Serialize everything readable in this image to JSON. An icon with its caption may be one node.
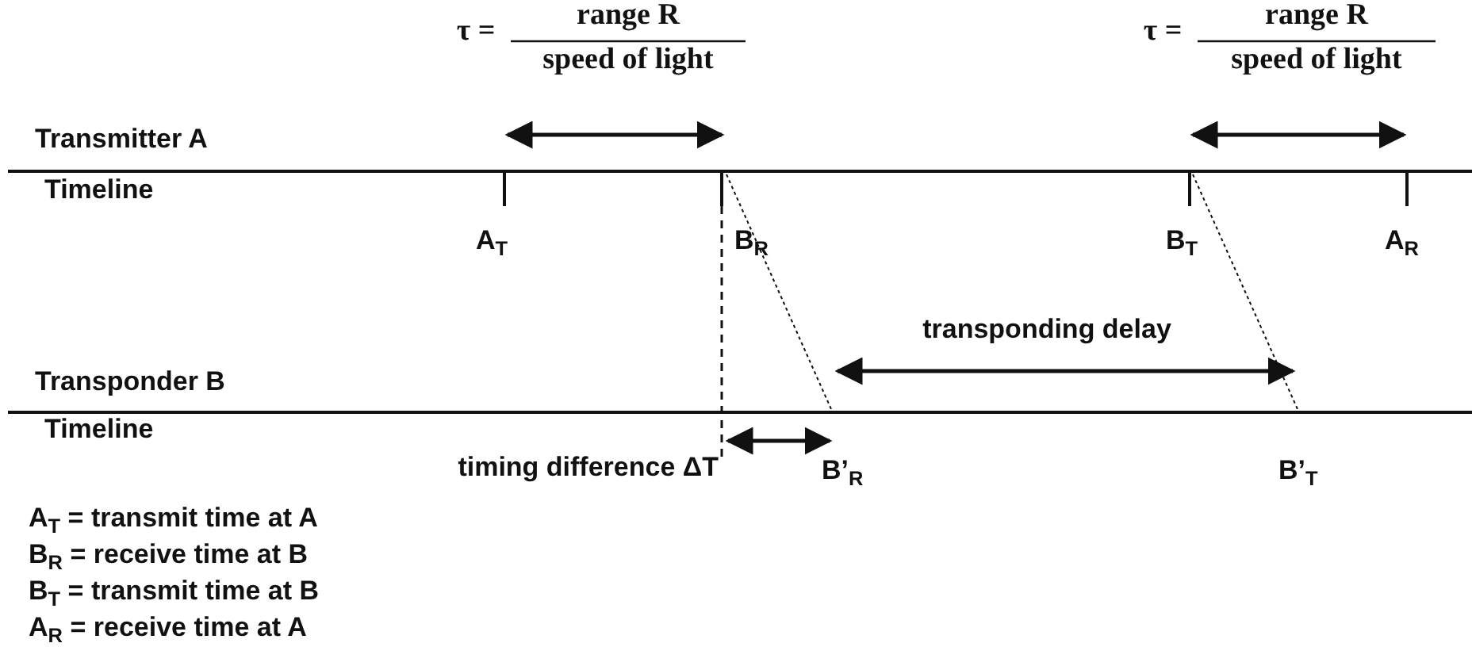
{
  "diagram": {
    "labels": [
      "τ =",
      "range R",
      "speed of light",
      "τ =",
      "range R",
      "speed of light",
      "Transmitter A",
      "Timeline",
      "A$_{T}$",
      "B$_{R}$",
      "B$_{T}$",
      "A$_{R}$",
      "transponding delay",
      "Transponder B",
      "Timeline",
      "timing difference ΔT",
      "B’$_{R}$",
      "B’$_{T}$",
      "A$_{T}$ = transmit time at A",
      "B$_{R}$ = receive time at B",
      "B$_{T}$ = transmit time at B",
      "A$_{R}$ = receive time at A"
    ]
  }
}
